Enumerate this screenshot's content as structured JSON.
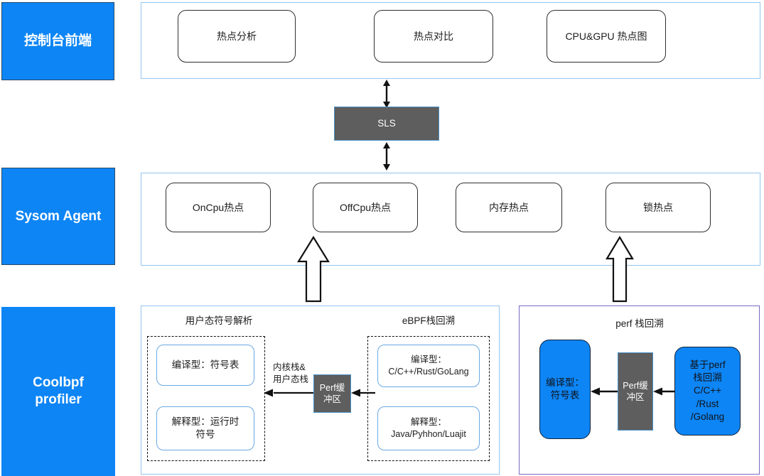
{
  "bands": [
    {
      "name": "console-frontend",
      "label": "控制台前端"
    },
    {
      "name": "sysom-agent",
      "label": "Sysom Agent"
    },
    {
      "name": "coolbpf-profiler",
      "label": "Coolbpf\nprofiler"
    }
  ],
  "console_row": {
    "nodes": [
      "热点分析",
      "热点对比",
      "CPU&GPU 热点图"
    ]
  },
  "middleware": {
    "sls_label": "SLS"
  },
  "agent_row": {
    "nodes": [
      "OnCpu热点",
      "OffCpu热点",
      "内存热点",
      "锁热点"
    ]
  },
  "coolbpf": {
    "left_panel": {
      "symbol_group_title": "用户态符号解析",
      "symbol_nodes": [
        "编译型：符号表",
        "解释型：运行时\n符号"
      ],
      "stack_note": "内核栈&\n用户态栈",
      "perf_buffer_label": "Perf缓\n冲区",
      "ebpf_group_title": "eBPF栈回溯",
      "ebpf_nodes": [
        "编译型：\nC/C++/Rust/GoLang",
        "解释型：\nJava/Pyhhon/Luajit"
      ]
    },
    "right_panel": {
      "title": "perf 栈回溯",
      "symbol_box": "编译型：\n符号表",
      "perf_buffer_label": "Perf缓\n冲区",
      "source_box": "基于perf\n栈回溯\nC/C++\n/Rust\n/Golang"
    }
  },
  "colors": {
    "brand_blue": "#0d85f5",
    "panel_border": "#93c5f0",
    "purple_border": "#7b68c4",
    "gray_fill": "#5e5e5e",
    "node_outline": "#2f2f2f"
  }
}
